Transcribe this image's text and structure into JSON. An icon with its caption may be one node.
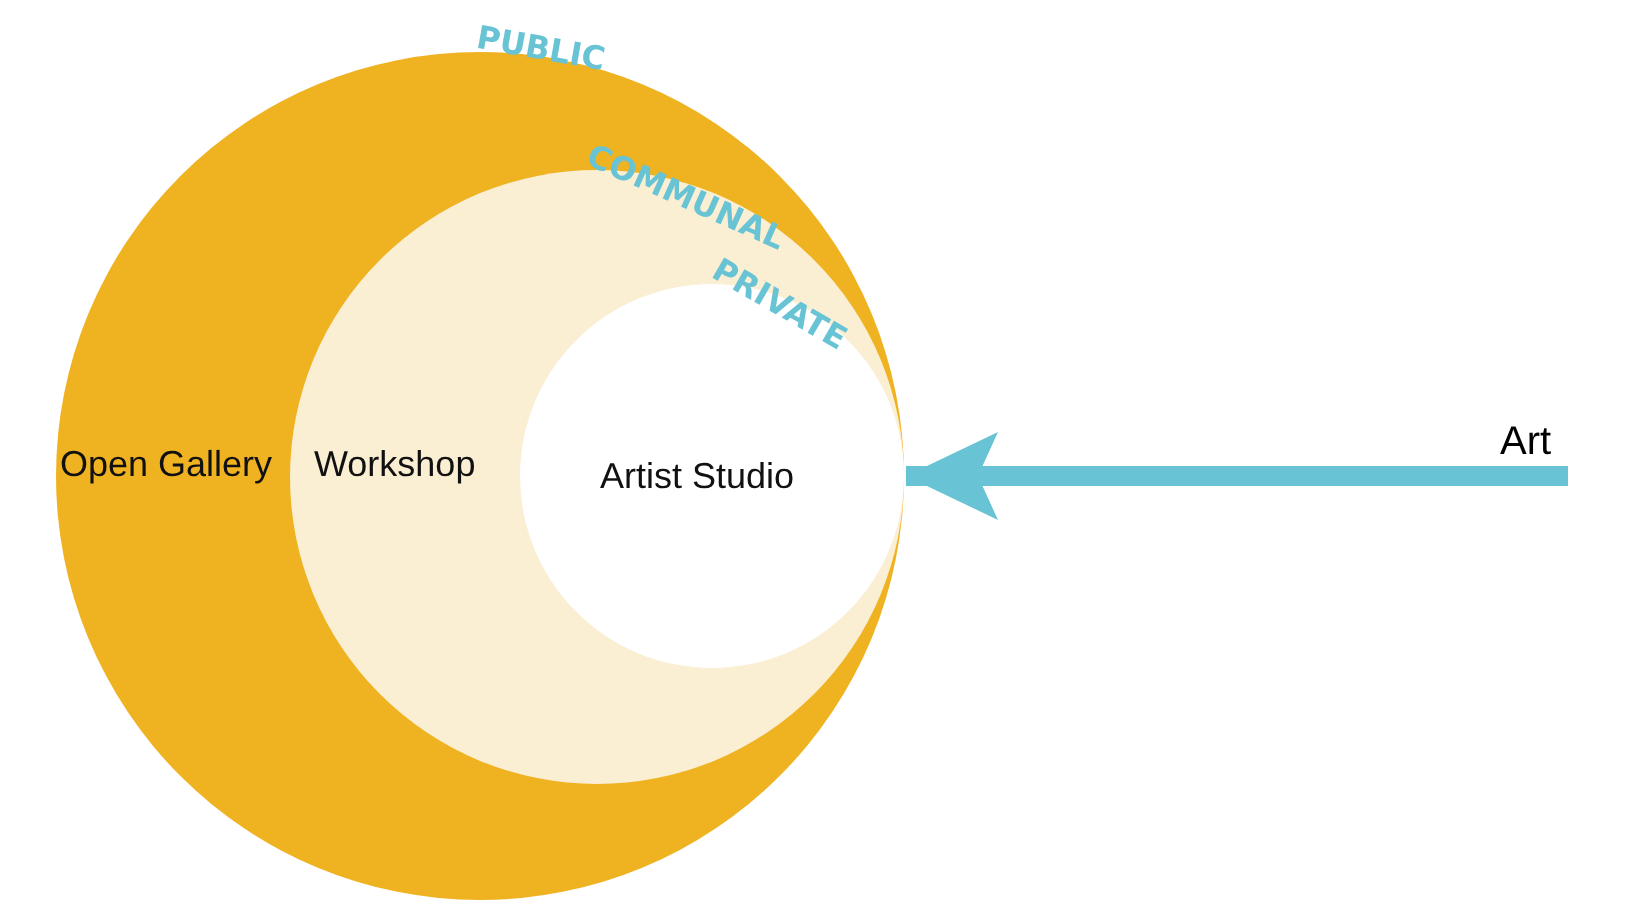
{
  "diagram": {
    "nodes": [
      {
        "text": [
          "PUBLIC",
          "Open Gallery"
        ]
      },
      {
        "text": [
          "COMMUNAL",
          "Workshop"
        ],
        "in": 0
      },
      {
        "text": [
          "PRIVATE",
          "Artist Studio"
        ],
        "in": 1
      },
      {
        "text": [
          "Art"
        ]
      }
    ],
    "edges": [
      {
        "from": 3,
        "to": 2,
        "arrow": "to"
      }
    ]
  }
}
